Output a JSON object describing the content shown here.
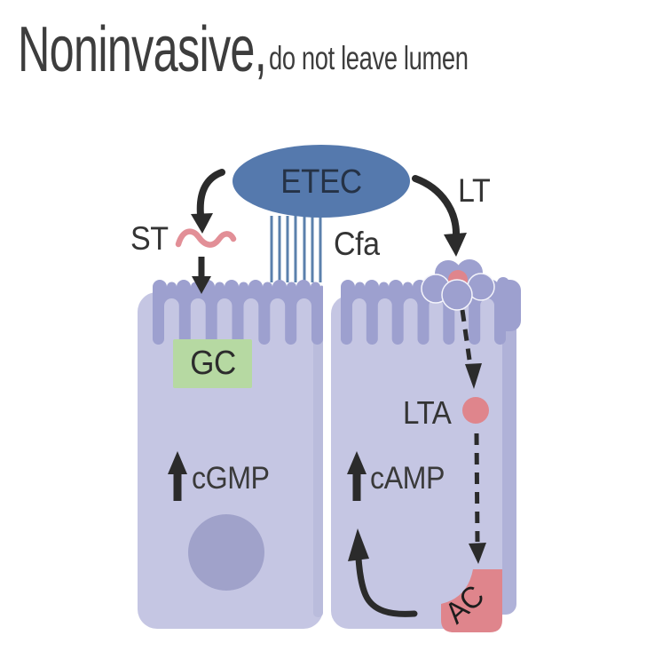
{
  "title": {
    "main": "Noninvasive,",
    "subtitle": "do not leave lumen"
  },
  "bacterium": {
    "label": "ETEC"
  },
  "toxins": {
    "st": "ST",
    "lt": "LT",
    "lta": "LTA",
    "pili": "Cfa"
  },
  "cells": {
    "left": {
      "receptor": "GC",
      "messenger": "cGMP"
    },
    "right": {
      "enzyme": "AC",
      "messenger": "cAMP"
    }
  },
  "colors": {
    "ink": "#2b2b2b",
    "title_text": "#3d3d3d",
    "label_text": "#343434",
    "bacterium": "#5579ad",
    "bacterium_text": "#253246",
    "cell_light": "#c5c6e3",
    "cell_dark": "#9da0cf",
    "cell_edge": "#b0b2d8",
    "cell_edge_soft": "#babcdc",
    "nucleus": "#a0a2ca",
    "gc_green": "#b6d9a2",
    "pink": "#df858c",
    "squiggle_pink": "#e28f97",
    "fimbriae": "#5b80ac"
  }
}
